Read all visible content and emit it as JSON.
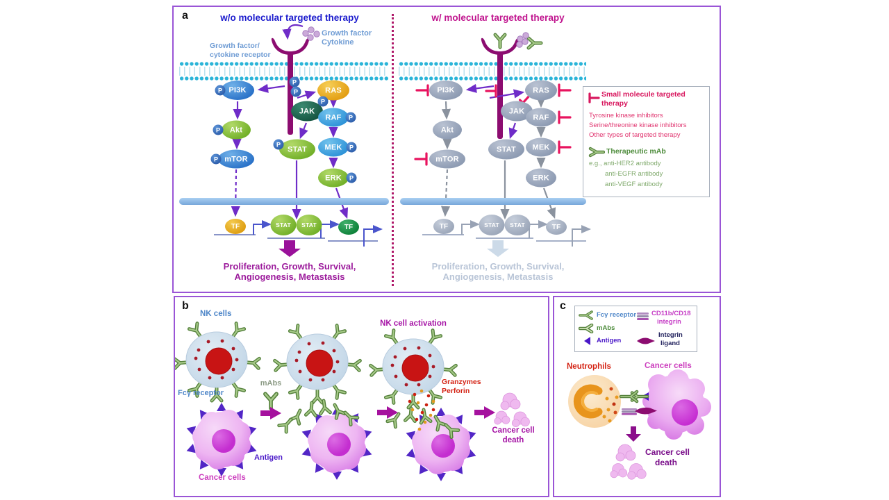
{
  "colors": {
    "panel_border": "#9a55d6",
    "accent_purple": "#6f2cc8",
    "inhibitor_red": "#e8135e",
    "title_blue": "#1c1ccd",
    "title_magenta": "#c0148e",
    "outcome_purple": "#9c1b9c",
    "faded": "#b9c5d7",
    "steel_blue": "#4e86c8",
    "dark_magenta": "#8c0c70",
    "mab_green": "#5f8a3f",
    "membrane_cyan": "#2ab4d8",
    "antigen_purple": "#4a18c8",
    "cancer_magenta": "#cc3fbe",
    "neutrophil_red": "#d42314"
  },
  "panel_a": {
    "label": "a",
    "phospho": "P",
    "nodes": {
      "pi3k": "PI3K",
      "akt": "Akt",
      "mtor": "mTOR",
      "jak": "JAK",
      "stat": "STAT",
      "ras": "RAS",
      "raf": "RAF",
      "mek": "MEK",
      "erk": "ERK",
      "tf": "TF"
    },
    "left": {
      "title": "w/o molecular targeted therapy",
      "receptor_label": [
        "Growth factor/",
        "cytokine receptor"
      ],
      "ligand_label": [
        "Growth factor",
        "Cytokine"
      ],
      "outcome": [
        "Proliferation, Growth, Survival,",
        "Angiogenesis, Metastasis"
      ]
    },
    "right": {
      "title": "w/ molecular targeted therapy",
      "outcome": [
        "Proliferation, Growth, Survival,",
        "Angiogenesis, Metastasis"
      ]
    },
    "legend": {
      "small_molecule_title": [
        "Small molecule targeted",
        "therapy"
      ],
      "small_molecule_items": [
        "Tyrosine kinase inhibitors",
        "Serine/threonine kinase inhibitors",
        "Other types of targeted therapy"
      ],
      "mab_title": "Therapeutic mAb",
      "mab_items": [
        "e.g., anti-HER2 antibody",
        "anti-EGFR antibody",
        "anti-VEGF antibody"
      ]
    }
  },
  "panel_b": {
    "label": "b",
    "nk_cells": "NK cells",
    "fc_receptor": "Fcγ receptor",
    "mabs": "mAbs",
    "antigen": "Antigen",
    "cancer_cells": "Cancer cells",
    "activation": "NK cell activation",
    "granzymes": [
      "Granzymes",
      "Perforin"
    ],
    "death": [
      "Cancer cell",
      "death"
    ]
  },
  "panel_c": {
    "label": "c",
    "legend": {
      "fc_receptor": "Fcγ receptor",
      "mabs": "mAbs",
      "antigen": "Antigen",
      "integrin": [
        "CD11b/CD18",
        "integrin"
      ],
      "ligand": [
        "Integrin",
        "ligand"
      ]
    },
    "neutrophils": "Neutrophils",
    "cancer_cells": "Cancer cells",
    "death": [
      "Cancer cell",
      "death"
    ]
  }
}
